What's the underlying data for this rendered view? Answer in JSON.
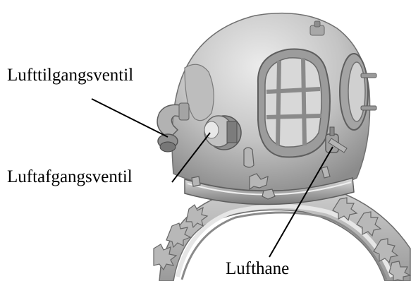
{
  "labels": {
    "air_inlet_valve": "Lufttilgangsventil",
    "air_outlet_valve": "Luftafgangsventil",
    "air_cock": "Lufthane"
  },
  "colors": {
    "background": "#ffffff",
    "metal_light": "#d4d4d4",
    "metal_mid": "#a9a9a9",
    "metal_dark": "#6e6e6e",
    "leader_line": "#000000",
    "label_text": "#000000"
  }
}
